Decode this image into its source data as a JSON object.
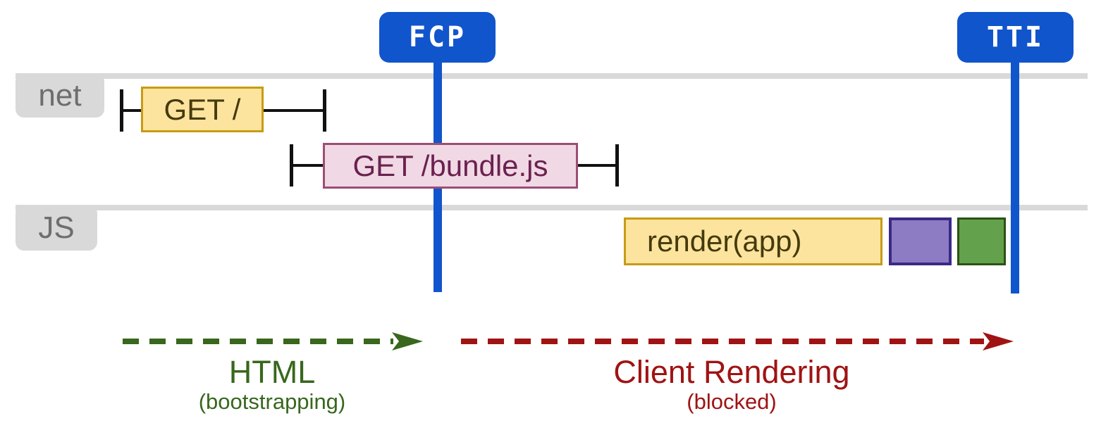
{
  "markers": {
    "fcp": {
      "label": "FCP"
    },
    "tti": {
      "label": "TTI"
    }
  },
  "lanes": {
    "net": {
      "label": "net"
    },
    "js": {
      "label": "JS"
    }
  },
  "bars": {
    "get_root": {
      "label": "GET /"
    },
    "get_bundle": {
      "label": "GET /bundle.js"
    },
    "render_app": {
      "label": "render(app)"
    },
    "purple_task": {
      "label": ""
    },
    "green_task": {
      "label": ""
    }
  },
  "phases": {
    "html": {
      "label": "HTML",
      "sublabel": "(bootstrapping)"
    },
    "client_rendering": {
      "label": "Client Rendering",
      "sublabel": "(blocked)"
    }
  },
  "colors": {
    "blue": "#1155cc",
    "lane_gray": "#d9d9d9",
    "lane_text": "#6e6e6e",
    "yellow_fill": "#fce49f",
    "yellow_border": "#c79b15",
    "yellow_text": "#453a0c",
    "pink_fill": "#f0d9e4",
    "pink_border": "#9c4d76",
    "pink_text": "#6b2150",
    "purple_fill": "#8d7cc4",
    "purple_border": "#392a87",
    "green_fill": "#64a14c",
    "green_border": "#2a5314",
    "whisker": "#111111",
    "arrow_green": "#38671d",
    "arrow_red": "#a01313"
  }
}
